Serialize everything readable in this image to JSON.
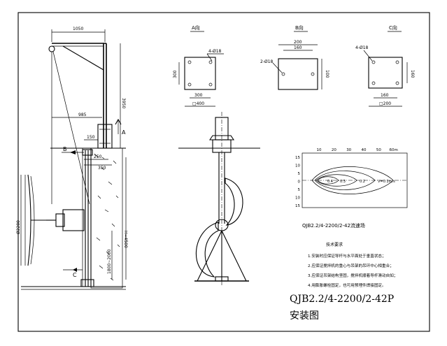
{
  "views": {
    "a": {
      "title": "A向",
      "hole": "4-Ø18",
      "width": "300",
      "height": "300",
      "outer": "□400"
    },
    "b": {
      "title": "B向",
      "hole": "2-Ø18",
      "width_outer": "200",
      "width_inner": "160",
      "height": "100"
    },
    "c": {
      "title": "C向",
      "hole": "4-Ø18",
      "height": "160",
      "width": "160",
      "outer": "□200"
    }
  },
  "side_view": {
    "dims": [
      "1050",
      "3950",
      "985",
      "150",
      "250",
      "350",
      "Ø2200",
      "H=4500",
      "1800~2000"
    ],
    "labels": [
      "A",
      "B",
      "C"
    ]
  },
  "flow_chart": {
    "caption": "QJB2.2/4-2200/2-42流速场",
    "x_ticks": [
      "10",
      "20",
      "30",
      "40",
      "50",
      "60m"
    ],
    "y_ticks": [
      "15",
      "10",
      "5",
      "0",
      "5",
      "10",
      "15"
    ],
    "contours": [
      "0.4",
      "0.3",
      "0.2",
      "V=0.1m/s"
    ]
  },
  "tech_requirements": {
    "heading": "技术要求",
    "items": [
      "1.安装时应保证导杆与水平面处于垂直状态；",
      "2.应保证搅拌机的重心与吊架的吊环中心相重合；",
      "3.应保证吊架结构坚固，搅拌机顺着导杆滑动自如；",
      "4.用膨胀螺栓固定，也可用预埋件焊接固定。"
    ]
  },
  "title_block": {
    "model": "QJB2.2/4-2200/2-42P",
    "name": "安装图"
  }
}
